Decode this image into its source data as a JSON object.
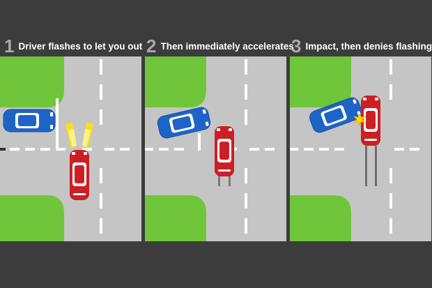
{
  "steps": [
    {
      "number": "1",
      "caption": "Driver flashes to let you out"
    },
    {
      "number": "2",
      "caption": "Then immediately accelerates"
    },
    {
      "number": "3",
      "caption": "Impact, then denies flashing."
    }
  ],
  "colors": {
    "background": "#3c3c3c",
    "road": "#c5c5c5",
    "grass": "#6fc63a",
    "blue_car": "#1e64c8",
    "red_car": "#cc1f24",
    "headlight_flash": "#f3e21a",
    "impact": "#ffd200"
  }
}
